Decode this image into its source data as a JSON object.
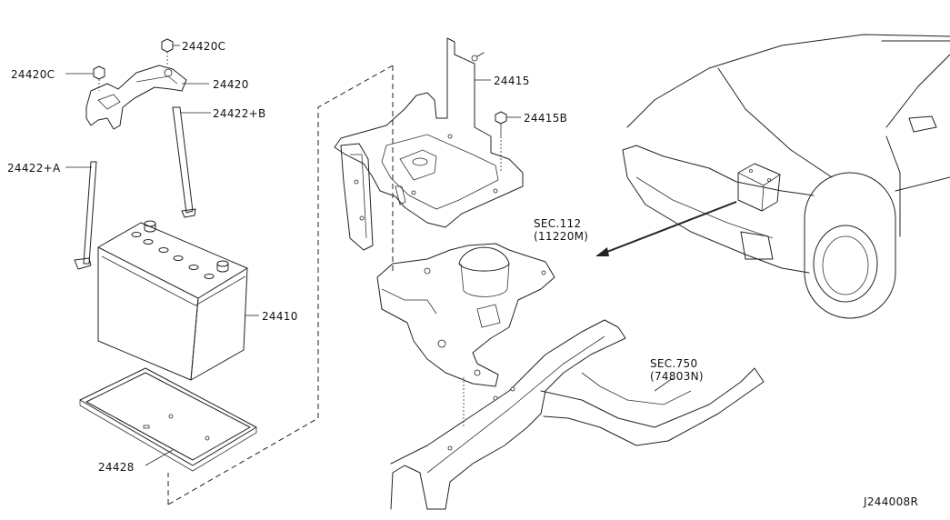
{
  "labels": {
    "p24420c_top": "24420C",
    "p24420c_left": "24420C",
    "p24420": "24420",
    "p24422b": "24422+B",
    "p24422a": "24422+A",
    "p24410": "24410",
    "p24428": "24428",
    "p24415": "24415",
    "p24415b": "24415B",
    "sec112": "SEC.112",
    "sec112_sub": "(11220M)",
    "sec750": "SEC.750",
    "sec750_sub": "(74803N)",
    "diagram_id": "J244008R"
  }
}
